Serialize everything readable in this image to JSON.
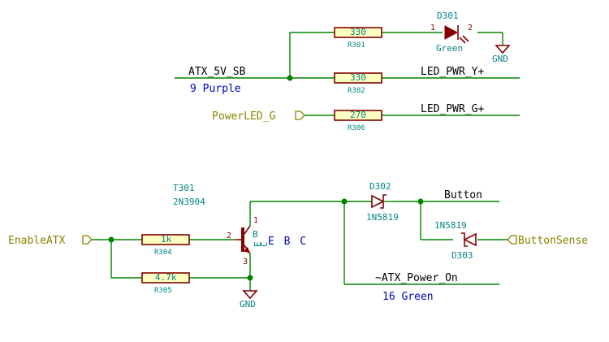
{
  "nets": {
    "atx_5v_sb": "ATX_5V_SB",
    "purple_wire": "9 Purple",
    "led_pwr_y": "LED_PWR_Y+",
    "led_pwr_g": "LED_PWR_G+",
    "button": "Button",
    "atx_power_on": "~ATX_Power_On",
    "green_wire": "16 Green",
    "ebc": "E B C"
  },
  "ports": {
    "powerled_g": "PowerLED_G",
    "enable_atx": "EnableATX",
    "button_sense": "ButtonSense"
  },
  "power": {
    "gnd_top": "GND",
    "gnd_bottom": "GND"
  },
  "components": {
    "r301": {
      "ref": "R301",
      "value": "330"
    },
    "r302": {
      "ref": "R302",
      "value": "330"
    },
    "r306": {
      "ref": "R306",
      "value": "270"
    },
    "r304": {
      "ref": "R304",
      "value": "1k"
    },
    "r305": {
      "ref": "R305",
      "value": "4.7k"
    },
    "d301": {
      "ref": "D301",
      "value": "Green",
      "pin1": "1",
      "pin2": "2"
    },
    "d302": {
      "ref": "D302",
      "value": "1N5819"
    },
    "d303": {
      "ref": "D303",
      "value": "1N5819"
    },
    "t301": {
      "ref": "T301",
      "value": "2N3904",
      "pin_b": "B",
      "pin_e": "E",
      "pin_c": "C",
      "pin1": "1",
      "pin2": "2",
      "pin3": "3"
    }
  },
  "colors": {
    "wire": "#008400",
    "component": "#840000",
    "reference": "#008484",
    "net_label": "#000000",
    "wire_note": "#0000c8",
    "port": "#848400"
  }
}
